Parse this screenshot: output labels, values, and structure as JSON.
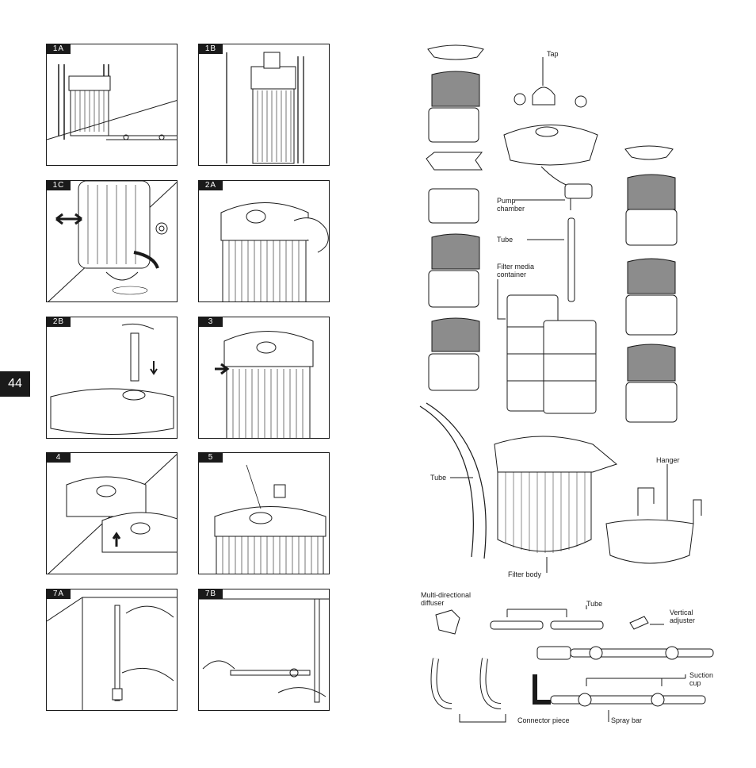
{
  "page_number": "44",
  "steps": [
    "1A",
    "1B",
    "1C",
    "2A",
    "2B",
    "3",
    "4",
    "5",
    "7A",
    "7B"
  ],
  "parts_labels": {
    "tap": "Tap",
    "pump_chamber": "Pump\nchamber",
    "tube_1": "Tube",
    "filter_media_container": "Filter media\ncontainer",
    "tube_2": "Tube",
    "hanger": "Hanger",
    "filter_body": "Filter body",
    "multi_directional_diffuser": "Multi-directional\ndiffuser",
    "tube_3": "Tube",
    "vertical_adjuster": "Vertical\nadjuster",
    "suction_cup": "Suction\ncup",
    "connector_piece": "Connector piece",
    "spray_bar": "Spray bar"
  },
  "colors": {
    "ink": "#1a1a1a",
    "media_dark": "#8c8c8c",
    "tag_bg": "#1a1a1a"
  }
}
